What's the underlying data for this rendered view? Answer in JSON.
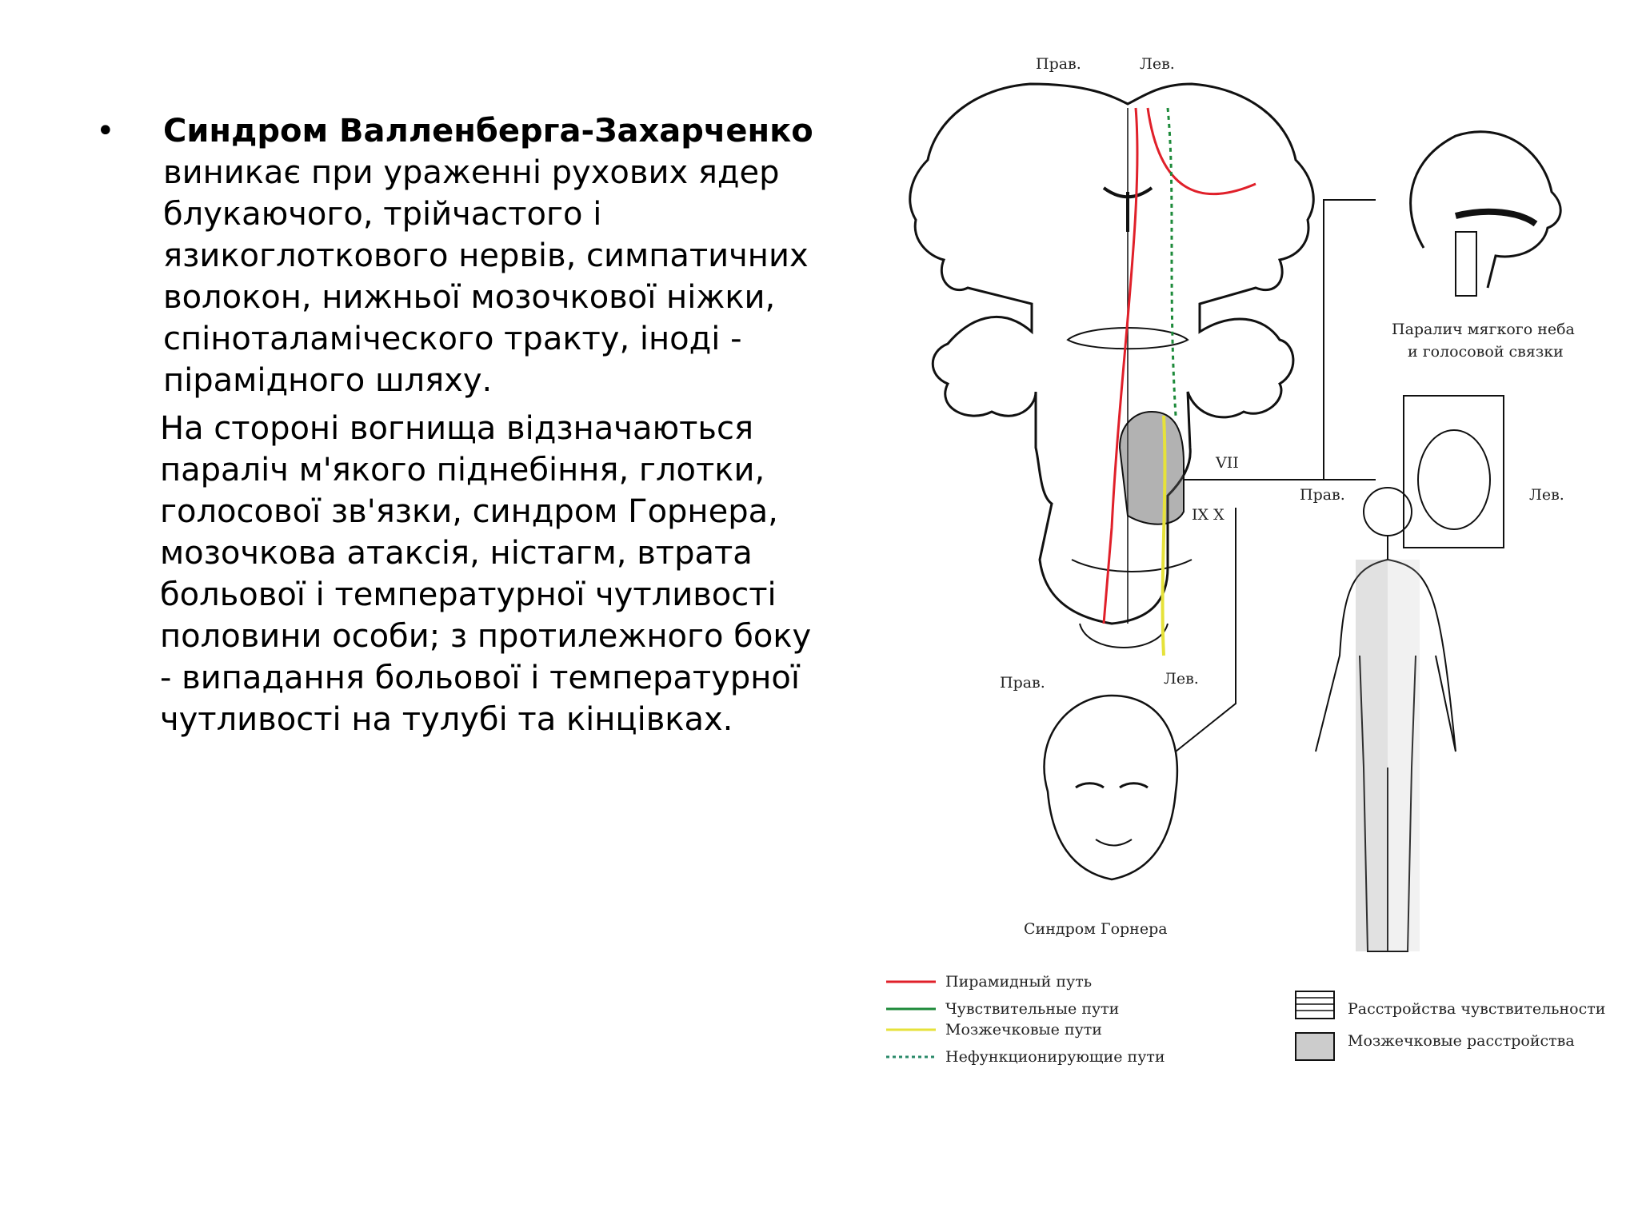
{
  "text": {
    "bullet_symbol": "•",
    "title_bold": "Синдром Валленберга-Захарченко",
    "para1_rest": " виникає при ураженні рухових ядер блукаючого, трійчастого і язикоглоткового нервів, симпатичних волокон, нижньої мозочкової ніжки, спіноталаміческого тракту, іноді - пірамідного шляху.",
    "para2": "На стороні вогнища відзначаються параліч м'якого піднебіння, глотки, голосової зв'язки, синдром Горнера, мозочкова атаксія, ністагм, втрата больової і температурної чутливості половини особи; з протилежного боку - випадання больової і температурної чутливості на тулубі та кінцівках."
  },
  "figure": {
    "brain_right_label": "Прав.",
    "brain_left_label": "Лев.",
    "nerve_vii": "VII",
    "nerve_ix_x": "IX  X",
    "palate_caption_line1": "Паралич мягкого неба",
    "palate_caption_line2": "и голосовой связки",
    "body_right_label": "Прав.",
    "body_left_label": "Лев.",
    "head_right_label": "Прав.",
    "head_left_label": "Лев.",
    "horner_caption": "Синдром Горнера",
    "legend": [
      {
        "label": "Пирамидный путь",
        "color": "#e0202a",
        "style": "solid"
      },
      {
        "label": "Чувствительные пути",
        "color": "#1d8a3a",
        "style": "solid"
      },
      {
        "label": "Мозжечковые пути",
        "color": "#e6e23a",
        "style": "solid"
      },
      {
        "label": "Нефункционирующие пути",
        "color": "#2a8a6a",
        "style": "dotted"
      }
    ],
    "legend_right": [
      {
        "label": "Расстройства чувствительности",
        "pattern": "hatch"
      },
      {
        "label": "Мозжечковые расстройства",
        "pattern": "dots"
      }
    ]
  }
}
